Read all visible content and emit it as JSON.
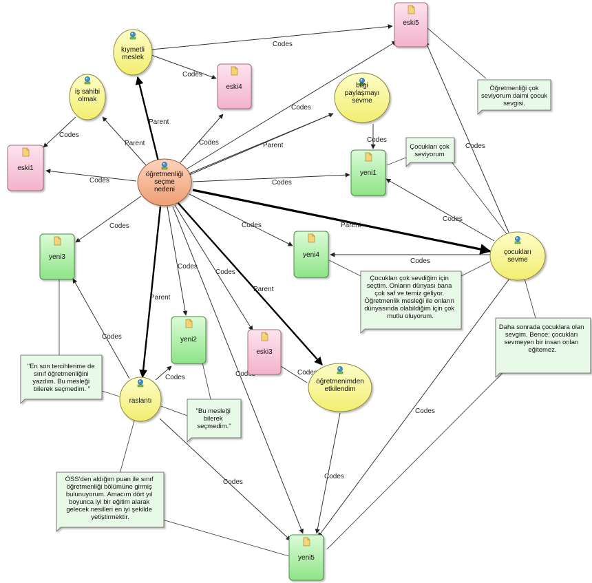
{
  "nodes": {
    "ogretmenlik": [
      "öğretmenliği",
      "seçme",
      "nedeni"
    ],
    "kiymetli": [
      "kıymetli",
      "meslek"
    ],
    "is_sahibi": [
      "iş sahibi",
      "olmak"
    ],
    "bilgi": [
      "bilgi",
      "paylaşmayı",
      "sevme"
    ],
    "cocuklari_sevme": [
      "çocukları",
      "sevme"
    ],
    "raslanti": [
      "raslantı"
    ],
    "ogretmenimden": [
      "öğretmenimden",
      "etkilendim"
    ],
    "eski5": "eski5",
    "eski4": "eski4",
    "eski1": "eski1",
    "eski3": "eski3",
    "yeni1": "yeni1",
    "yeni3": "yeni3",
    "yeni4": "yeni4",
    "yeni2": "yeni2",
    "yeni5": "yeni5"
  },
  "memos": {
    "memo_eski5": [
      "Öğretmenliği çok",
      "seviyorum daimi çocuk",
      "sevgisi."
    ],
    "memo_yeni1": [
      "Çocukları çok",
      "seviyorum"
    ],
    "memo_yeni4": [
      "Çocukları çok sevdiğim için",
      "seçtim. Onların dünyası bana",
      "çok saf ve temiz geliyor.",
      "Öğretmenlik mesleği ile onların",
      "dünyasında olabildiğim için çok",
      "mutlu oluyorum."
    ],
    "memo_yeni3": [
      "\"En son tercihlerime de",
      "sınıf öğretmenliğini",
      "yazdım. Bu mesleği",
      "bilerek seçmedim. \""
    ],
    "memo_yeni2": [
      "\"Bu mesleği",
      "bilerek",
      "seçmedim.\""
    ],
    "memo_yeni5": [
      "ÖSS'den aldığım puan ile sınıf",
      "öğretmenliği bölümüne girmiş",
      "bulunuyorum. Amacım dört yıl",
      "boyunca iyi bir eğitim alarak",
      "gelecek nesilleri en iyi şekilde",
      "yetiştirmektir."
    ],
    "memo_right": [
      "Daha sonrada çocuklara olan",
      "sevgim. Bence; çocukları",
      "sevmeyen bir insan onları",
      "eğitemez."
    ]
  },
  "edge_labels": {
    "codes": "Codes",
    "parent": "Parent"
  },
  "colors": {
    "central_node": "#f4a882",
    "code_node": "#f7f58a",
    "eski_doc": "#f7c4d6",
    "yeni_doc": "#a8eca0",
    "memo": "#e6f8e6"
  }
}
